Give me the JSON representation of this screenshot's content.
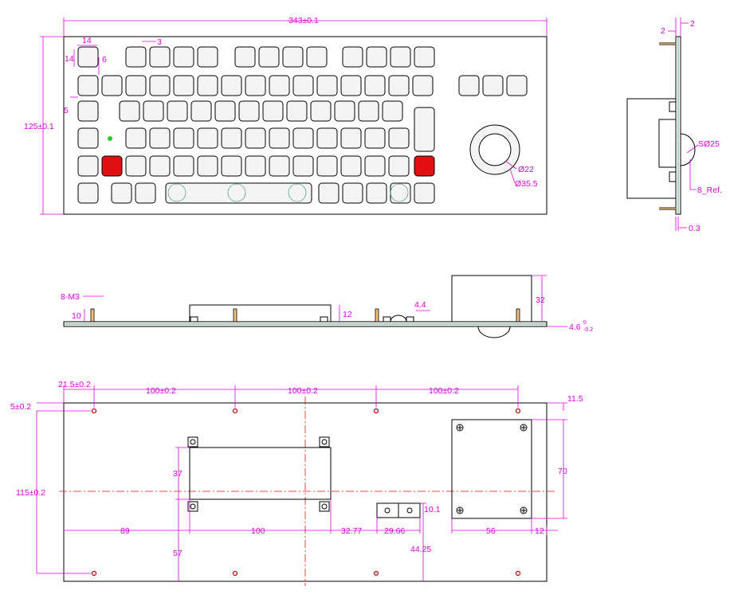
{
  "front_view": {
    "width_dim": "343±0.1",
    "height_dim": "125±0.1",
    "key_size_dim": "14",
    "key_gap_dim": "3",
    "key_size_v_dim": "14",
    "row_gap_dim": "6",
    "left_margin_dim": "5",
    "trackball_inner_dim": "Ø22",
    "trackball_outer_dim": "Ø35.5",
    "special_key_color": "#e01010",
    "led_color": "#22cc22"
  },
  "side_view": {
    "thickness_top_dim": "2",
    "offset_dim": "2",
    "ball_dim": "SØ25",
    "ref_dim": "8_Ref.",
    "bottom_dim": "0.3"
  },
  "bottom_edge_view": {
    "screw_dim": "8-M3",
    "screw_len_dim": "10",
    "module_height_dim": "12",
    "connector_dim": "4.4",
    "trackball_height_dim": "32",
    "plate_dim": "4.6",
    "plate_tol_upper": "0",
    "plate_tol_lower": "-0.2"
  },
  "rear_view": {
    "hole_edge_dim": "21.5±0.2",
    "hole_pitch_1": "100±0.2",
    "hole_pitch_2": "100±0.2",
    "hole_pitch_3": "100±0.2",
    "top_offset_dim": "5±0.2",
    "right_offset_dim": "11.5",
    "hole_span_dim": "115±0.2",
    "module_height_dim": "37",
    "trackball_box_height_dim": "70",
    "connector_height_dim": "10.1",
    "left_dim": "89",
    "module_width_dim": "100",
    "gap_dim": "32.77",
    "connector_width_dim": "29.66",
    "box_width_dim": "56",
    "right_dim": "12",
    "module_bottom_dim": "57",
    "connector_bottom_dim": "44.25"
  }
}
